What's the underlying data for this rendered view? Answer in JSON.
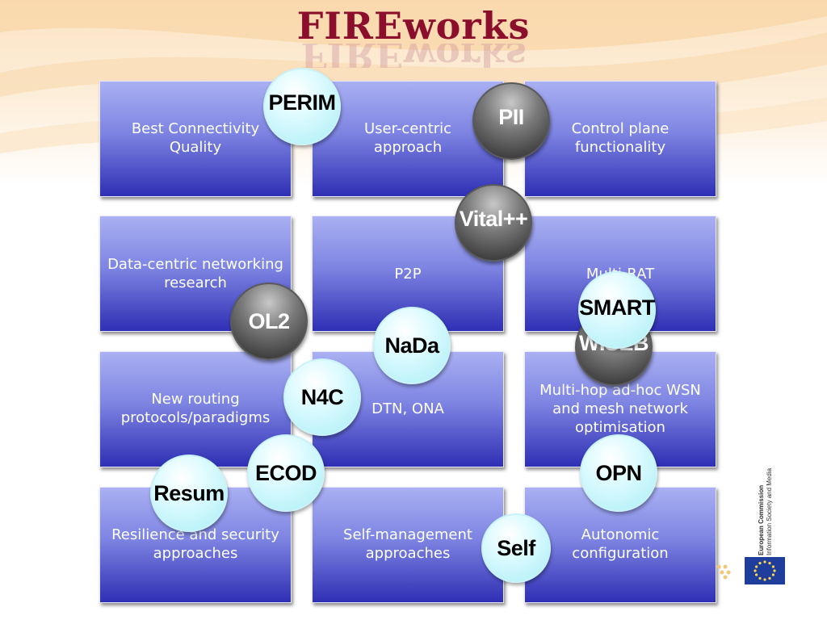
{
  "title": "FIREworks",
  "tiles": [
    {
      "text": "Best Connectivity Quality"
    },
    {
      "text": "User-centric approach"
    },
    {
      "text": "Control plane functionality"
    },
    {
      "text": "Data-centric networking research"
    },
    {
      "text": "P2P"
    },
    {
      "text": "Multi-RAT"
    },
    {
      "text": "New routing protocols/paradigms"
    },
    {
      "text": "DTN, ONA"
    },
    {
      "text": "Multi-hop ad-hoc WSN and mesh network optimisation"
    },
    {
      "text": "Resilience and security approaches"
    },
    {
      "text": "Self-management approaches"
    },
    {
      "text": "Autonomic configuration"
    }
  ],
  "projects": [
    {
      "label": "PERIM",
      "style": "light"
    },
    {
      "label": "PII",
      "style": "dark"
    },
    {
      "label": "Vital++",
      "style": "dark"
    },
    {
      "label": "OL2",
      "style": "dark"
    },
    {
      "label": "NaDa",
      "style": "light"
    },
    {
      "label": "WISEB",
      "style": "dark"
    },
    {
      "label": "SMART",
      "style": "light"
    },
    {
      "label": "N4C",
      "style": "light"
    },
    {
      "label": "ECOD",
      "style": "light"
    },
    {
      "label": "Resum",
      "style": "light"
    },
    {
      "label": "OPN",
      "style": "light"
    },
    {
      "label": "Self",
      "style": "light"
    }
  ],
  "logo": {
    "org_line1": "European Commission",
    "org_line2": "Information Society and Media"
  },
  "colors": {
    "title": "#8b0f2d",
    "tile_top": "#aab0f2",
    "tile_bottom": "#2f2fb4",
    "circle_light": "#a9eef6",
    "circle_dark": "#262626"
  }
}
